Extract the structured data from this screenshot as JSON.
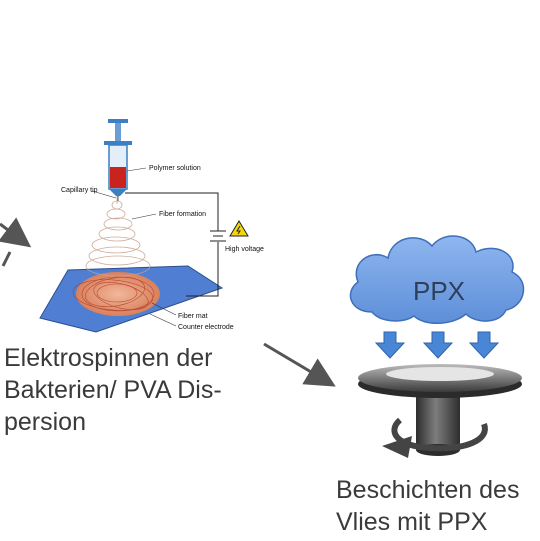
{
  "electrospinning": {
    "labels": {
      "polymer_solution": "Polymer solution",
      "capillary_tip": "Capillary tip",
      "fiber_formation": "Fiber formation",
      "high_voltage": "High voltage",
      "fiber_mat": "Fiber mat",
      "counter_electrode": "Counter electrode"
    },
    "caption_lines": [
      "Elektrospinnen der",
      "Bakterien/ PVA Dis-",
      "persion"
    ]
  },
  "coating": {
    "cloud_label": "PPX",
    "caption_lines": [
      "Beschichten des",
      "Vlies mit PPX"
    ]
  },
  "colors": {
    "syringe_blue": "#3d7fc4",
    "polymer_red": "#c8231c",
    "electrode_blue": "#4f7ed3",
    "cloud_blue": "#6f9fe6",
    "arrow_blue": "#4a86d6",
    "arrow_gray": "#555555",
    "caption_gray": "#3a3a3a"
  },
  "icons": [
    "warning-triangle-icon",
    "down-arrow-icon",
    "rotation-arrow-icon"
  ]
}
